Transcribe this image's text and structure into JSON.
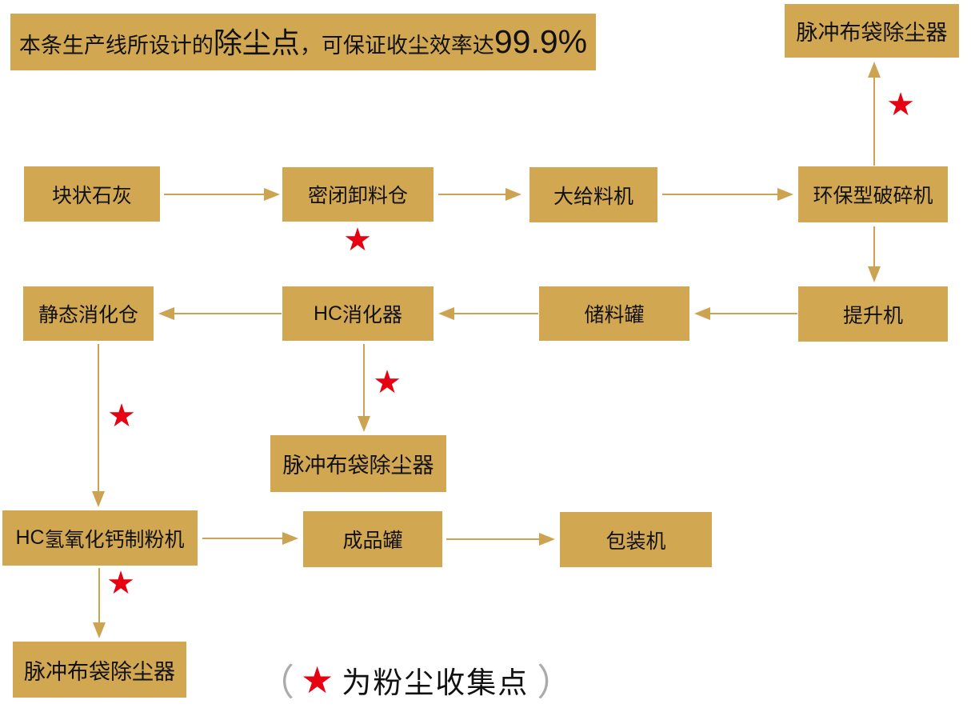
{
  "banner": {
    "prefix": "本条生产线所设计的",
    "highlight": "除尘点",
    "middle": "，可保证收尘效率达",
    "value": "99.9%"
  },
  "nodes": {
    "dust_top": {
      "label": "脉冲布袋除尘器"
    },
    "lump_lime": {
      "label": "块状石灰"
    },
    "sealed_bin": {
      "label": "密闭卸料仓"
    },
    "feeder": {
      "label": "大给料机"
    },
    "crusher": {
      "label": "环保型破碎机"
    },
    "static_bin": {
      "label": "静态消化仓"
    },
    "hc_digester": {
      "prefix": "HC",
      "label": "消化器"
    },
    "storage_tank": {
      "label": "储料罐"
    },
    "elevator": {
      "label": "提升机"
    },
    "dust_mid": {
      "label": "脉冲布袋除尘器"
    },
    "hc_mill": {
      "prefix": "HC",
      "label": "氢氧化钙制粉机"
    },
    "product_tank": {
      "label": "成品罐"
    },
    "packer": {
      "label": "包装机"
    },
    "dust_bottom": {
      "label": "脉冲布袋除尘器"
    }
  },
  "icons": {
    "star": "★"
  },
  "legend": {
    "open": "（",
    "star": "★",
    "label": "为粉尘收集点",
    "close": "）"
  },
  "colors": {
    "box_gold": "#D2A752",
    "arrow_gold": "#CCA351",
    "star_red": "#E60012",
    "text_dark": "#111111",
    "hc_gray": "#7E7B72",
    "paren_gray": "#ABABAB"
  }
}
